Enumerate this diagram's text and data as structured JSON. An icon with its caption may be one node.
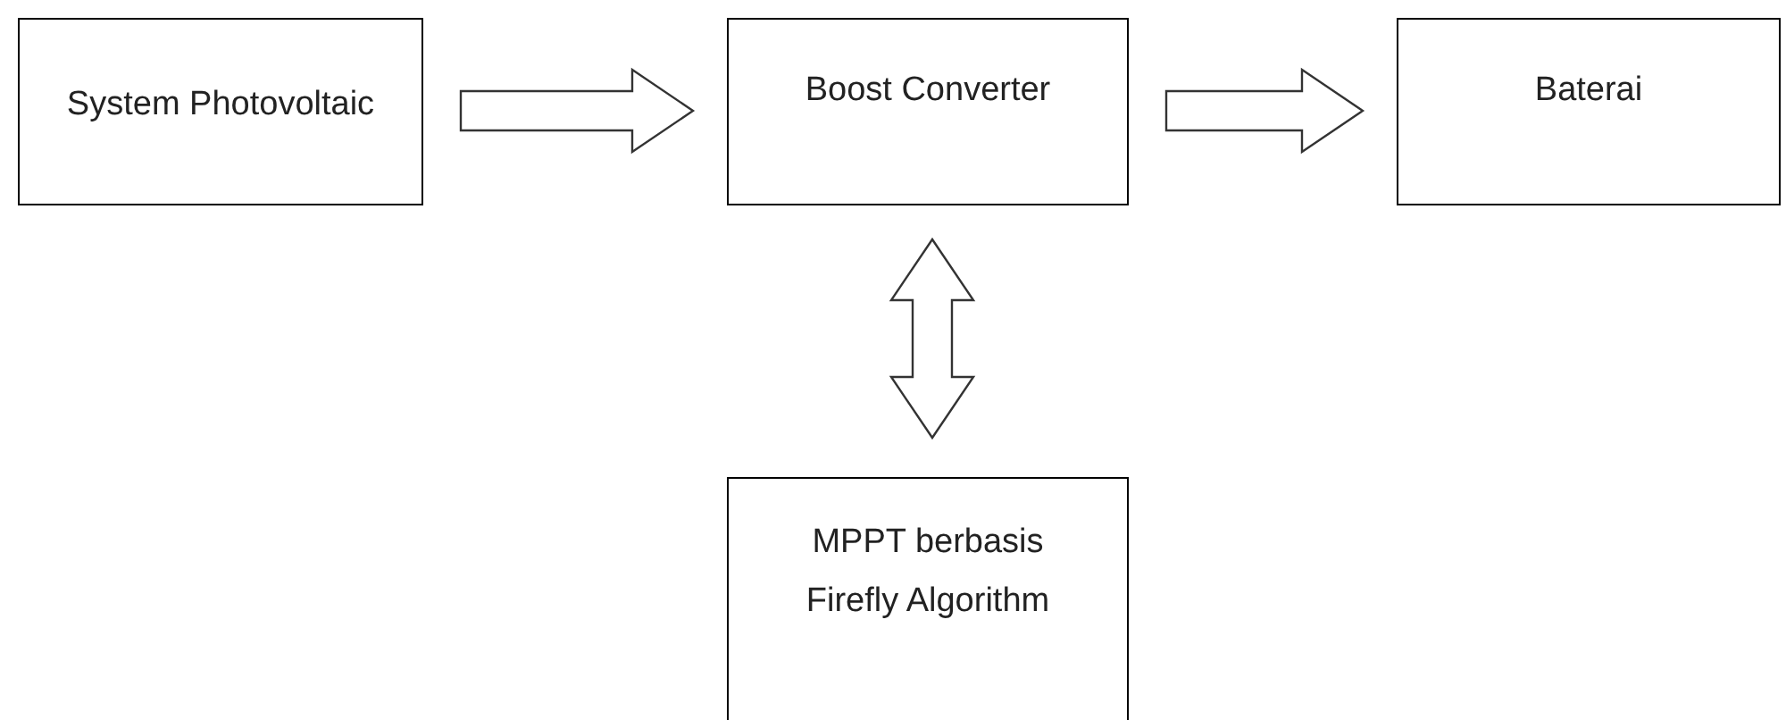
{
  "diagram": {
    "nodes": [
      {
        "text": [
          "System Photovoltaic"
        ]
      },
      {
        "text": [
          "Boost Converter"
        ]
      },
      {
        "text": [
          "Baterai"
        ]
      },
      {
        "text": [
          "MPPT berbasis Firefly Algorithm"
        ]
      }
    ],
    "edges": [
      {
        "from": 0,
        "to": 1,
        "arrow": "to"
      },
      {
        "from": 1,
        "to": 2,
        "arrow": "to"
      },
      {
        "from": 1,
        "to": 3,
        "arrow": "both"
      }
    ]
  }
}
